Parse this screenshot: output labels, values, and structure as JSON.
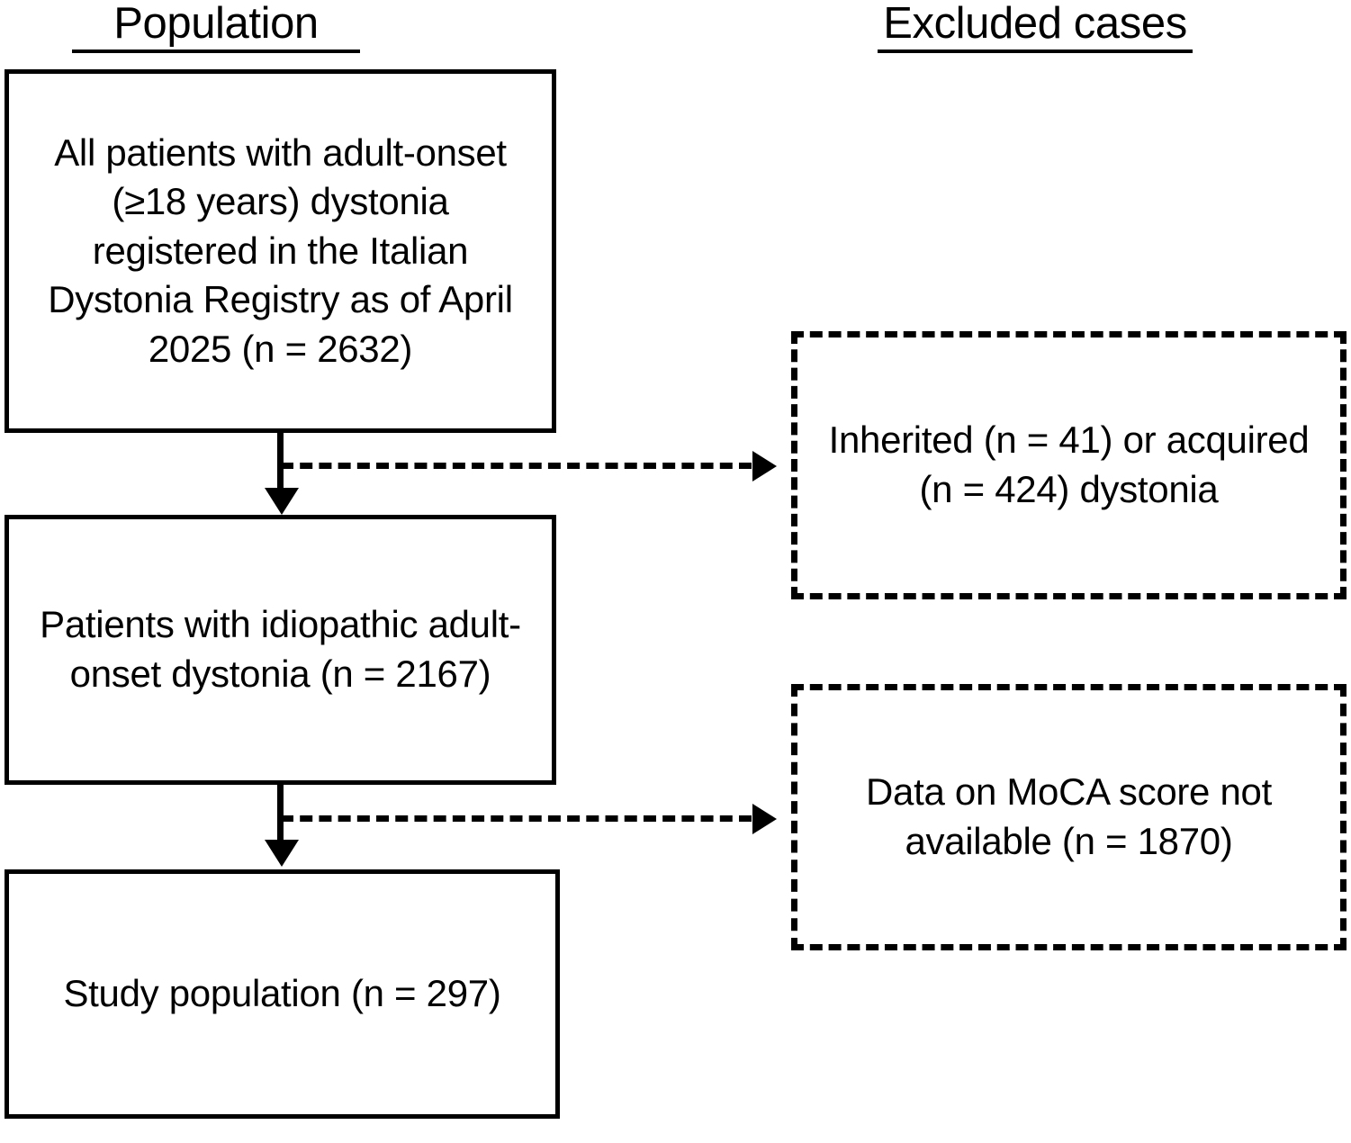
{
  "figure": {
    "type": "flowchart",
    "orientation": "top-to-bottom",
    "columns": {
      "population_heading": "Population",
      "excluded_heading": "Excluded cases"
    },
    "colors": {
      "line": "#000000",
      "background": "#ffffff",
      "text": "#000000"
    }
  },
  "population_boxes": [
    {
      "id": "all-patients",
      "text": "All patients with adult-onset (≥18 years) dystonia registered in the Italian Dystonia Registry as of April 2025 (n = 2632)",
      "n": 2632,
      "style": "solid"
    },
    {
      "id": "idiopathic",
      "text": "Patients with idiopathic adult-onset dystonia (n = 2167)",
      "n": 2167,
      "style": "solid"
    },
    {
      "id": "study-population",
      "text": "Study population (n = 297)",
      "n": 297,
      "style": "solid"
    }
  ],
  "excluded_boxes": [
    {
      "id": "inherited-acquired",
      "text": "Inherited (n = 41)  or acquired (n = 424) dystonia",
      "n_inherited": 41,
      "n_acquired": 424,
      "style": "dashed"
    },
    {
      "id": "moca-missing",
      "text": "Data on MoCA score not available (n = 1870)",
      "n": 1870,
      "style": "dashed"
    }
  ],
  "connectors": [
    {
      "id": "flow-1",
      "kind": "solid-arrow-down",
      "from": "all-patients",
      "to": "idiopathic"
    },
    {
      "id": "exclude-1",
      "kind": "dashed-arrow-right",
      "from": "all-patients",
      "to": "inherited-acquired"
    },
    {
      "id": "flow-2",
      "kind": "solid-arrow-down",
      "from": "idiopathic",
      "to": "study-population"
    },
    {
      "id": "exclude-2",
      "kind": "dashed-arrow-right",
      "from": "idiopathic",
      "to": "moca-missing"
    }
  ]
}
